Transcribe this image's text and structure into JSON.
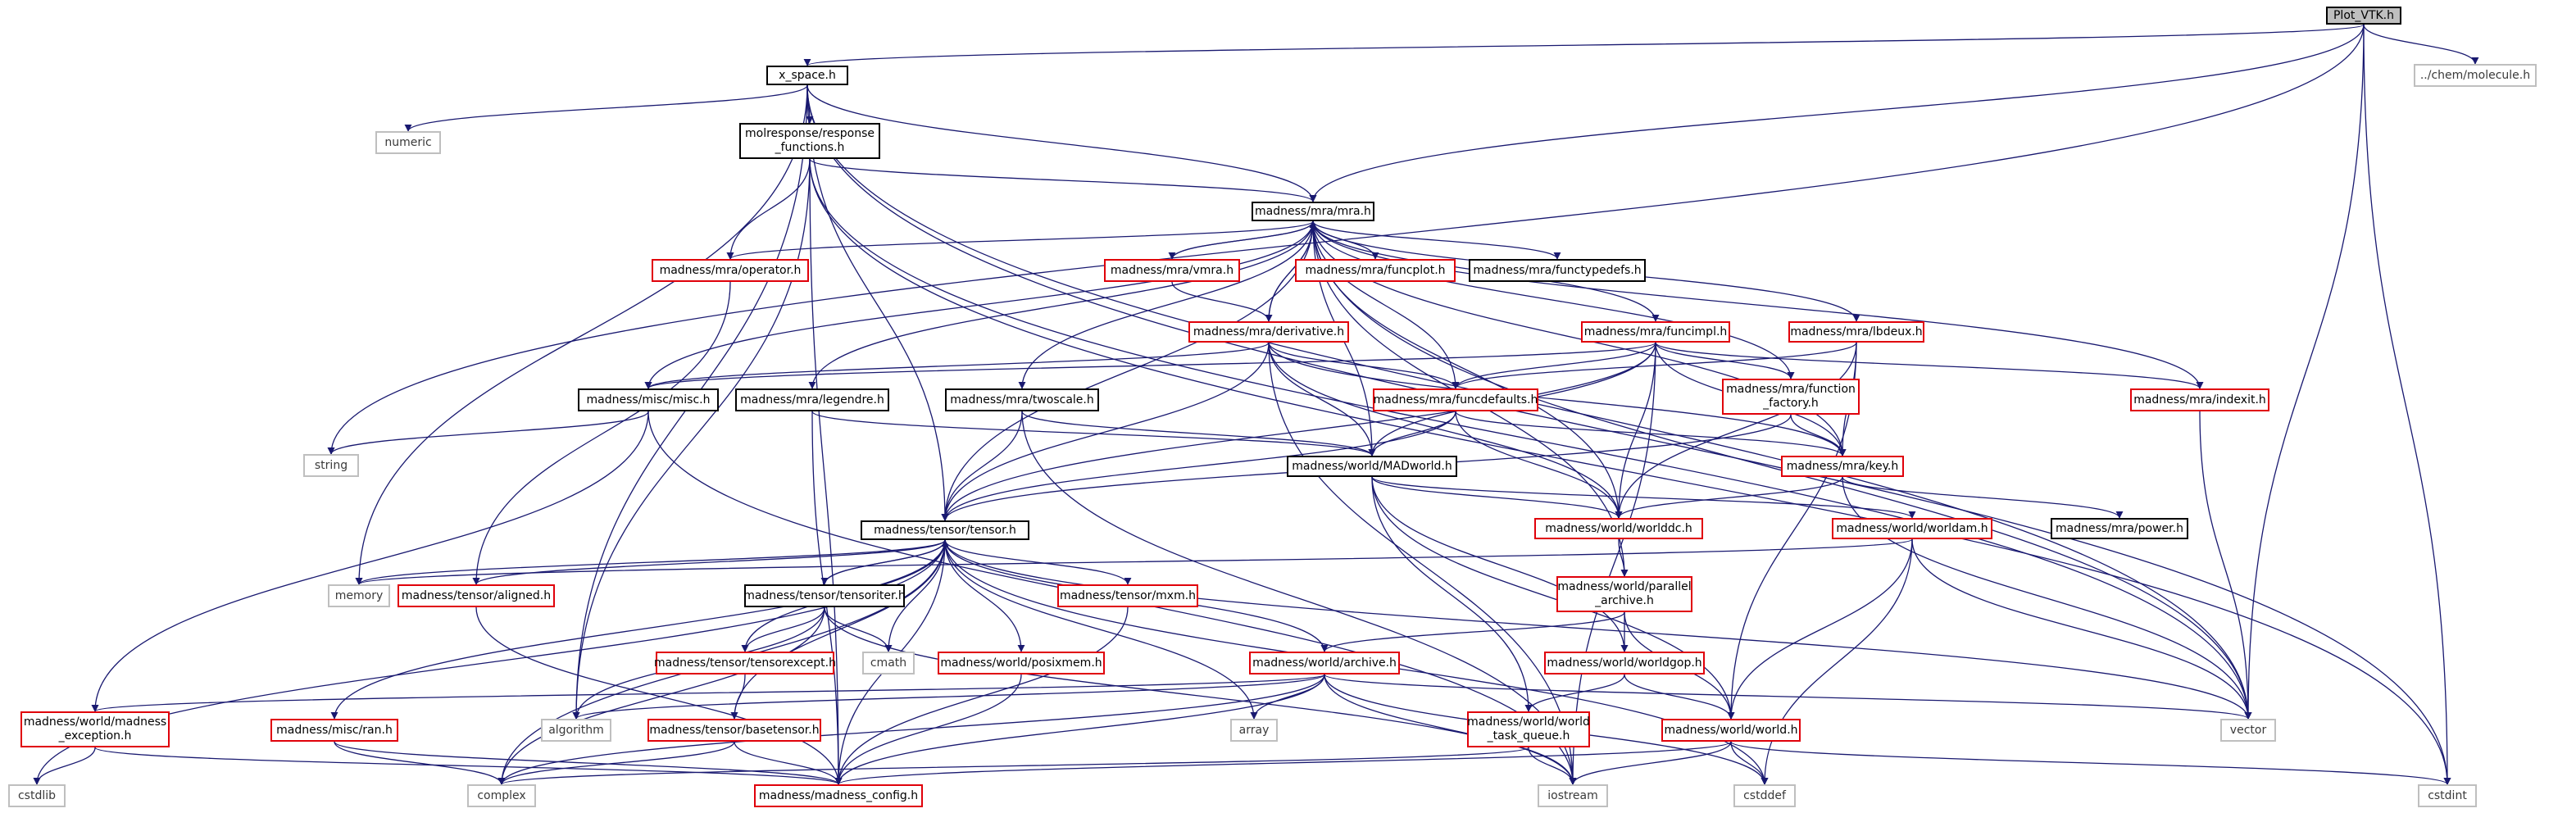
{
  "nodes": {
    "plot_vtk": "Plot_VTK.h",
    "chem_molecule": "../chem/molecule.h",
    "x_space": "x_space.h",
    "numeric": "numeric",
    "response_functions": [
      "molresponse/response",
      "_functions.h"
    ],
    "mra": "madness/mra/mra.h",
    "operator": "madness/mra/operator.h",
    "vmra": "madness/mra/vmra.h",
    "funcplot": "madness/mra/funcplot.h",
    "functypedefs": "madness/mra/functypedefs.h",
    "derivative": "madness/mra/derivative.h",
    "funcimpl": "madness/mra/funcimpl.h",
    "lbdeux": "madness/mra/lbdeux.h",
    "misc": "madness/misc/misc.h",
    "legendre": "madness/mra/legendre.h",
    "twoscale": "madness/mra/twoscale.h",
    "funcdefaults": "madness/mra/funcdefaults.h",
    "function_factory": [
      "madness/mra/function",
      "_factory.h"
    ],
    "indexit": "madness/mra/indexit.h",
    "string": "string",
    "madworld": "madness/world/MADworld.h",
    "key": "madness/mra/key.h",
    "power": "madness/mra/power.h",
    "tensor": "madness/tensor/tensor.h",
    "worlddc": "madness/world/worlddc.h",
    "worldam": "madness/world/worldam.h",
    "memory": "memory",
    "aligned": "madness/tensor/aligned.h",
    "tensoriter": "madness/tensor/tensoriter.h",
    "mxm": "madness/tensor/mxm.h",
    "parallel_archive": [
      "madness/world/parallel",
      "_archive.h"
    ],
    "tensorexcept": "madness/tensor/tensorexcept.h",
    "cmath": "cmath",
    "posixmem": "madness/world/posixmem.h",
    "archive": "madness/world/archive.h",
    "worldgop": "madness/world/worldgop.h",
    "madness_exception": [
      "madness/world/madness",
      "_exception.h"
    ],
    "ran": "madness/misc/ran.h",
    "algorithm": "algorithm",
    "basetensor": "madness/tensor/basetensor.h",
    "array": "array",
    "world_task_queue": [
      "madness/world/world",
      "_task_queue.h"
    ],
    "world": "madness/world/world.h",
    "vector": "vector",
    "cstdlib": "cstdlib",
    "complex": "complex",
    "madness_config": "madness/madness_config.h",
    "iostream": "iostream",
    "cstddef": "cstddef",
    "cstdint": "cstdint"
  },
  "colors": {
    "edge": "#191970",
    "documented_border": "#000000",
    "undocumented_border": "#e0000a",
    "system_header_border": "#bfbfbf",
    "root_fill": "#bfbfbf"
  },
  "edges": [
    [
      "plot_vtk",
      "x_space"
    ],
    [
      "plot_vtk",
      "chem_molecule"
    ],
    [
      "plot_vtk",
      "mra"
    ],
    [
      "plot_vtk",
      "string"
    ],
    [
      "plot_vtk",
      "vector"
    ],
    [
      "plot_vtk",
      "cstdint"
    ],
    [
      "x_space",
      "numeric"
    ],
    [
      "x_space",
      "response_functions"
    ],
    [
      "x_space",
      "mra"
    ],
    [
      "x_space",
      "memory"
    ],
    [
      "x_space",
      "tensor"
    ],
    [
      "x_space",
      "vector"
    ],
    [
      "x_space",
      "cstdint"
    ],
    [
      "x_space",
      "algorithm"
    ],
    [
      "response_functions",
      "mra"
    ],
    [
      "response_functions",
      "operator"
    ],
    [
      "response_functions",
      "algorithm"
    ],
    [
      "response_functions",
      "madness_config"
    ],
    [
      "response_functions",
      "vector"
    ],
    [
      "response_functions",
      "cstdint"
    ],
    [
      "mra",
      "operator"
    ],
    [
      "mra",
      "vmra"
    ],
    [
      "mra",
      "funcplot"
    ],
    [
      "mra",
      "functypedefs"
    ],
    [
      "mra",
      "derivative"
    ],
    [
      "mra",
      "funcimpl"
    ],
    [
      "mra",
      "lbdeux"
    ],
    [
      "mra",
      "misc"
    ],
    [
      "mra",
      "legendre"
    ],
    [
      "mra",
      "twoscale"
    ],
    [
      "mra",
      "funcdefaults"
    ],
    [
      "mra",
      "function_factory"
    ],
    [
      "mra",
      "indexit"
    ],
    [
      "mra",
      "madworld"
    ],
    [
      "mra",
      "key"
    ],
    [
      "mra",
      "tensor"
    ],
    [
      "mra",
      "worlddc"
    ],
    [
      "mra",
      "parallel_archive"
    ],
    [
      "mra",
      "vector"
    ],
    [
      "operator",
      "aligned"
    ],
    [
      "vmra",
      "derivative"
    ],
    [
      "vmra",
      "mra"
    ],
    [
      "derivative",
      "mra"
    ],
    [
      "derivative",
      "funcdefaults"
    ],
    [
      "derivative",
      "misc"
    ],
    [
      "derivative",
      "madworld"
    ],
    [
      "derivative",
      "key"
    ],
    [
      "derivative",
      "tensor"
    ],
    [
      "derivative",
      "worlddc"
    ],
    [
      "derivative",
      "iostream"
    ],
    [
      "funcimpl",
      "funcdefaults"
    ],
    [
      "funcimpl",
      "function_factory"
    ],
    [
      "funcimpl",
      "misc"
    ],
    [
      "funcimpl",
      "madworld"
    ],
    [
      "funcimpl",
      "key"
    ],
    [
      "funcimpl",
      "indexit"
    ],
    [
      "funcimpl",
      "tensor"
    ],
    [
      "funcimpl",
      "worlddc"
    ],
    [
      "funcimpl",
      "iostream"
    ],
    [
      "lbdeux",
      "key"
    ],
    [
      "lbdeux",
      "worlddc"
    ],
    [
      "lbdeux",
      "funcdefaults"
    ],
    [
      "lbdeux",
      "world"
    ],
    [
      "misc",
      "string"
    ],
    [
      "misc",
      "iostream"
    ],
    [
      "misc",
      "madness_exception"
    ],
    [
      "legendre",
      "madworld"
    ],
    [
      "legendre",
      "madness_config"
    ],
    [
      "twoscale",
      "tensor"
    ],
    [
      "twoscale",
      "madworld"
    ],
    [
      "twoscale",
      "iostream"
    ],
    [
      "funcdefaults",
      "madworld"
    ],
    [
      "funcdefaults",
      "tensor"
    ],
    [
      "funcdefaults",
      "key"
    ],
    [
      "funcdefaults",
      "worlddc"
    ],
    [
      "function_factory",
      "key"
    ],
    [
      "function_factory",
      "tensor"
    ],
    [
      "indexit",
      "vector"
    ],
    [
      "madworld",
      "worlddc"
    ],
    [
      "madworld",
      "worldam"
    ],
    [
      "madworld",
      "worldgop"
    ],
    [
      "madworld",
      "world_task_queue"
    ],
    [
      "madworld",
      "world"
    ],
    [
      "key",
      "power"
    ],
    [
      "key",
      "vector"
    ],
    [
      "key",
      "worlddc"
    ],
    [
      "tensor",
      "memory"
    ],
    [
      "tensor",
      "aligned"
    ],
    [
      "tensor",
      "tensoriter"
    ],
    [
      "tensor",
      "mxm"
    ],
    [
      "tensor",
      "tensorexcept"
    ],
    [
      "tensor",
      "cmath"
    ],
    [
      "tensor",
      "posixmem"
    ],
    [
      "tensor",
      "archive"
    ],
    [
      "tensor",
      "complex"
    ],
    [
      "tensor",
      "madness_config"
    ],
    [
      "tensor",
      "vector"
    ],
    [
      "tensor",
      "cstdlib"
    ],
    [
      "tensor",
      "array"
    ],
    [
      "tensor",
      "ran"
    ],
    [
      "tensor",
      "basetensor"
    ],
    [
      "tensor",
      "cstddef"
    ],
    [
      "tensoriter",
      "tensor"
    ],
    [
      "tensoriter",
      "tensorexcept"
    ],
    [
      "tensoriter",
      "algorithm"
    ],
    [
      "tensoriter",
      "complex"
    ],
    [
      "tensoriter",
      "cmath"
    ],
    [
      "tensoriter",
      "iostream"
    ],
    [
      "tensorexcept",
      "basetensor"
    ],
    [
      "basetensor",
      "madness_config"
    ],
    [
      "basetensor",
      "complex"
    ],
    [
      "aligned",
      "madness_config"
    ],
    [
      "mxm",
      "madness_config"
    ],
    [
      "posixmem",
      "madness_config"
    ],
    [
      "ran",
      "madness_config"
    ],
    [
      "ran",
      "complex"
    ],
    [
      "worlddc",
      "parallel_archive"
    ],
    [
      "worldam",
      "world"
    ],
    [
      "worldam",
      "vector"
    ],
    [
      "worldam",
      "memory"
    ],
    [
      "worldam",
      "cstddef"
    ],
    [
      "parallel_archive",
      "archive"
    ],
    [
      "parallel_archive",
      "worldgop"
    ],
    [
      "parallel_archive",
      "world"
    ],
    [
      "archive",
      "madness_exception"
    ],
    [
      "archive",
      "algorithm"
    ],
    [
      "archive",
      "array"
    ],
    [
      "archive",
      "iostream"
    ],
    [
      "archive",
      "cstddef"
    ],
    [
      "archive",
      "vector"
    ],
    [
      "archive",
      "madness_config"
    ],
    [
      "archive",
      "complex"
    ],
    [
      "worldgop",
      "world"
    ],
    [
      "worldgop",
      "world_task_queue"
    ],
    [
      "world_task_queue",
      "iostream"
    ],
    [
      "world_task_queue",
      "complex"
    ],
    [
      "world",
      "iostream"
    ],
    [
      "world",
      "cstddef"
    ],
    [
      "world",
      "cstdint"
    ],
    [
      "world",
      "madness_config"
    ],
    [
      "madness_exception",
      "cstdlib"
    ],
    [
      "madness_exception",
      "madness_config"
    ]
  ]
}
